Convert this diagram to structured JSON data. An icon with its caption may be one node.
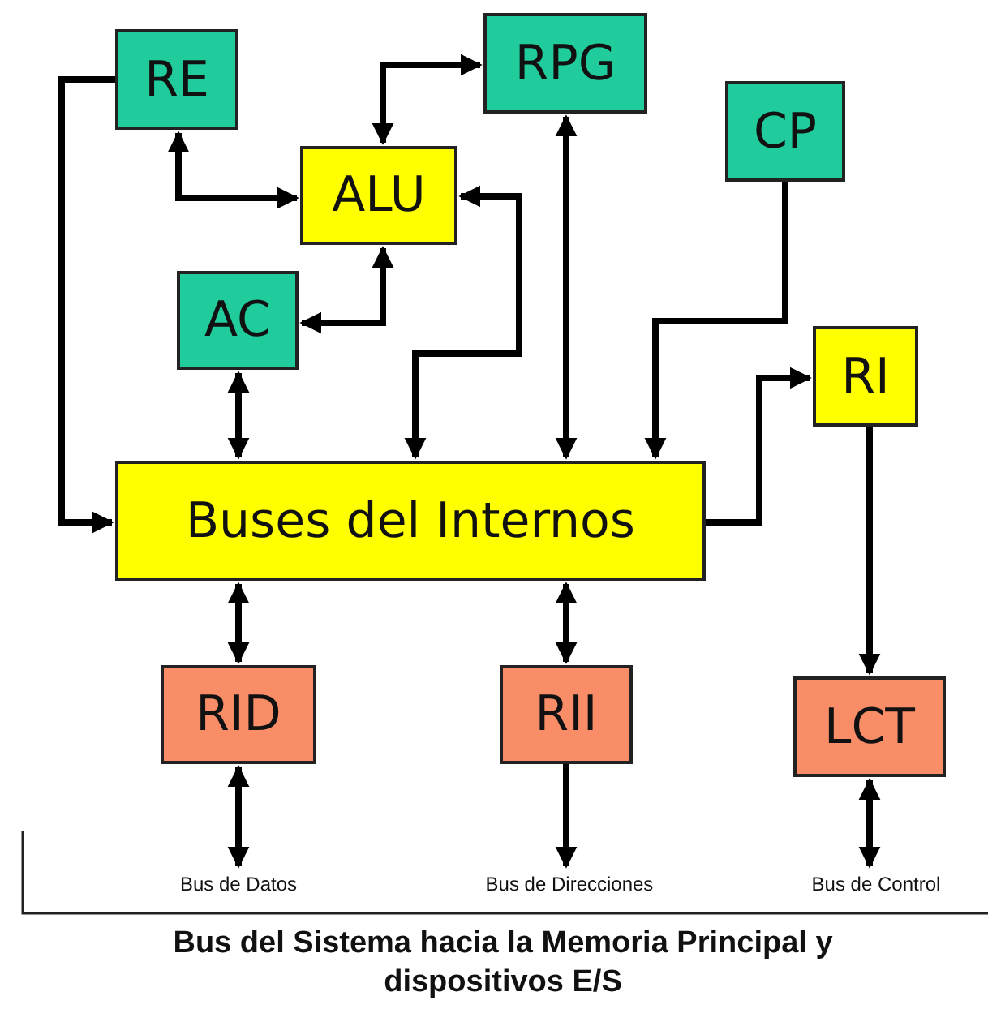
{
  "diagram": {
    "caption": "Bus del Sistema hacia la Memoria Principal y dispositivos E/S",
    "nodes": [
      {
        "text": [
          "RE"
        ]
      },
      {
        "text": [
          "RPG"
        ]
      },
      {
        "text": [
          "ALU"
        ]
      },
      {
        "text": [
          "CP"
        ]
      },
      {
        "text": [
          "AC"
        ]
      },
      {
        "text": [
          "RI"
        ]
      },
      {
        "text": [
          "Buses del Internos"
        ]
      },
      {
        "text": [
          "RID"
        ]
      },
      {
        "text": [
          "RII"
        ]
      },
      {
        "text": [
          "LCT"
        ]
      },
      {
        "text": [
          "Bus de Datos"
        ]
      },
      {
        "text": [
          "Bus de Direcciones"
        ]
      },
      {
        "text": [
          "Bus de Control"
        ]
      }
    ],
    "edges": [
      {
        "from": 0,
        "to": 6,
        "arrow": "to"
      },
      {
        "from": 0,
        "to": 2,
        "arrow": "both"
      },
      {
        "from": 2,
        "to": 1,
        "arrow": "both"
      },
      {
        "from": 4,
        "to": 2,
        "arrow": "both"
      },
      {
        "from": 6,
        "to": 2,
        "arrow": "both"
      },
      {
        "from": 4,
        "to": 6,
        "arrow": "both"
      },
      {
        "from": 1,
        "to": 6,
        "arrow": "both"
      },
      {
        "from": 3,
        "to": 6,
        "arrow": "to"
      },
      {
        "from": 6,
        "to": 5,
        "arrow": "to"
      },
      {
        "from": 5,
        "to": 9,
        "arrow": "to"
      },
      {
        "from": 6,
        "to": 7,
        "arrow": "both"
      },
      {
        "from": 6,
        "to": 8,
        "arrow": "both"
      },
      {
        "from": 7,
        "to": 10,
        "arrow": "both"
      },
      {
        "from": 8,
        "to": 11,
        "arrow": "to"
      },
      {
        "from": 9,
        "to": 12,
        "arrow": "both"
      }
    ]
  }
}
